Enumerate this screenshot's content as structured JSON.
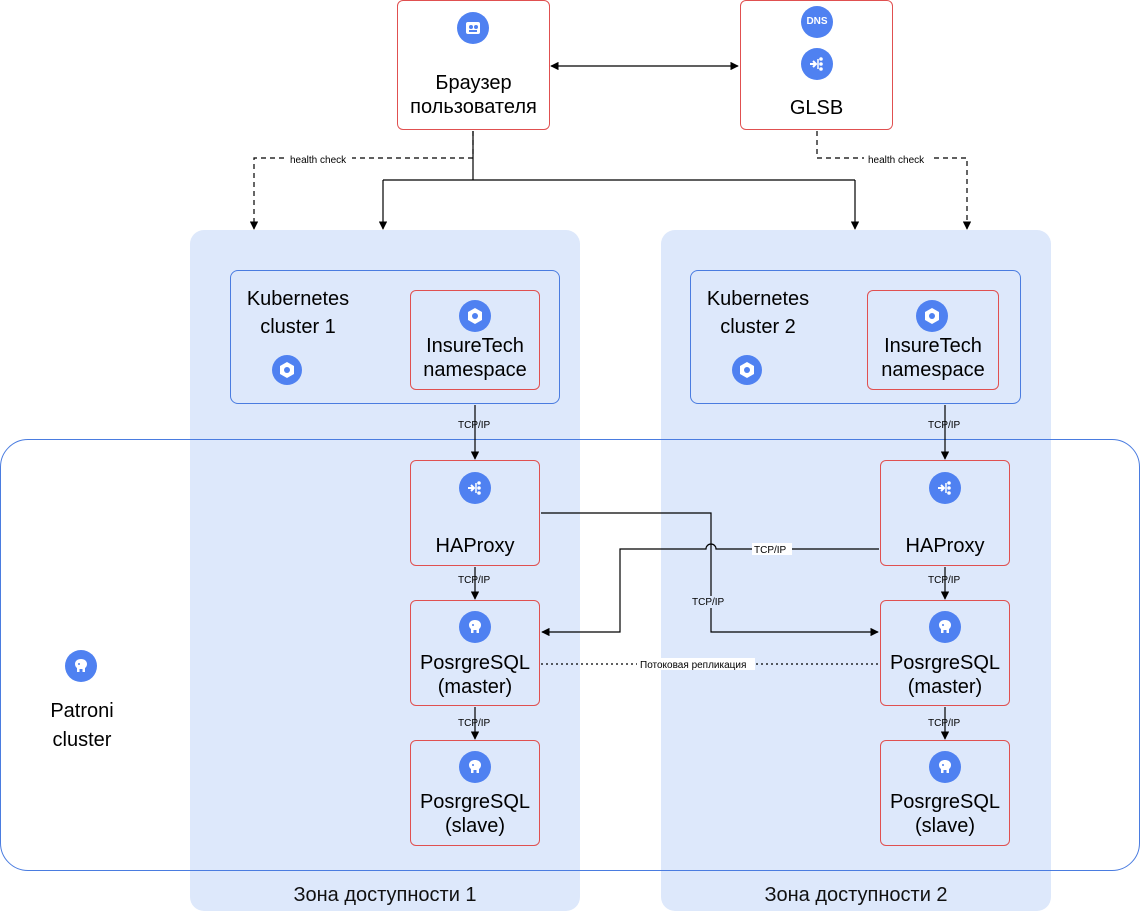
{
  "browser": {
    "label": "Браузер\nпользователя"
  },
  "glsb": {
    "label": "GLSB",
    "dns": "DNS"
  },
  "health_check": "health check",
  "zones": [
    {
      "label": "Зона доступности 1",
      "k8s": "Kubernetes\ncluster 1",
      "namespace": "InsureTech\nnamespace",
      "haproxy": "HAProxy",
      "master": "PosrgreSQL\n(master)",
      "slave": "PosrgreSQL\n(slave)"
    },
    {
      "label": "Зона доступности 2",
      "k8s": "Kubernetes\ncluster 2",
      "namespace": "InsureTech\nnamespace",
      "haproxy": "HAProxy",
      "master": "PosrgreSQL\n(master)",
      "slave": "PosrgreSQL\n(slave)"
    }
  ],
  "patroni": {
    "label": "Patroni\ncluster"
  },
  "edges": {
    "tcpip": "TCP/IP",
    "replication": "Потоковая репликация"
  },
  "colors": {
    "zone_fill": "#dde8fb",
    "blue_border": "#4a7ce0",
    "red_border": "#e05050",
    "icon": "#4f81f1"
  }
}
